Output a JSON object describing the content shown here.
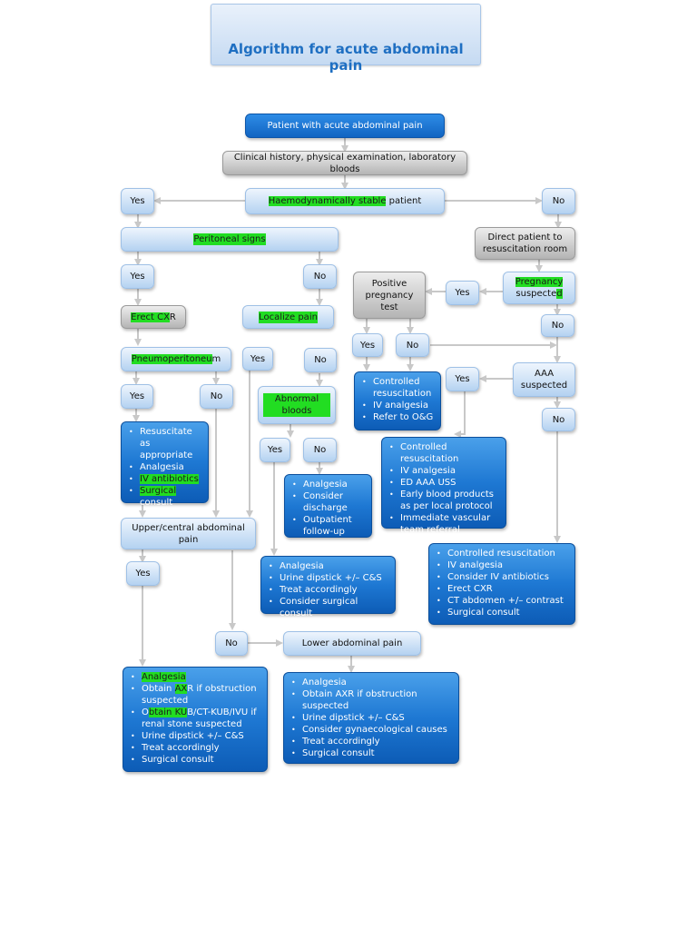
{
  "title": "Algorithm for acute abdominal pain",
  "nodes": {
    "start": "Patient with acute abdominal pain",
    "clinical": "Clinical history, physical examination, laboratory bloods",
    "haemo": "Haemodynamically stable",
    "haemo_suffix": " patient",
    "yes_top": "Yes",
    "no_top": "No",
    "peritoneal": "Peritoneal signs",
    "direct": "Direct patient to resuscitation room",
    "yes_perit": "Yes",
    "no_perit": "No",
    "positive_preg": "Positive pregnancy test",
    "yes_preg_sus": "Yes",
    "preg_sus_hl": "Pregnancy",
    "preg_sus_rest_a": "suspecte",
    "preg_sus_rest_b": "d",
    "erect": "Erect CX",
    "erect_suffix": "R",
    "localize": "Localize pain",
    "no_preg_sus": "No",
    "yes_ppt": "Yes",
    "no_ppt": "No",
    "pneumo": "Pneumoperitoneu",
    "pneumo_suffix": "m",
    "yes_loc": "Yes",
    "no_loc": "No",
    "yes_aaa": "Yes",
    "aaa": "AAA suspected",
    "yes_pneumo": "Yes",
    "no_pneumo": "No",
    "abnormal": "Abnormal bloods",
    "no_aaa": "No",
    "yes_abn": "Yes",
    "no_abn": "No",
    "upper": "Upper/central abdominal pain",
    "yes_upper": "Yes",
    "no_upper": "No",
    "lower": "Lower abdominal pain"
  },
  "lists": {
    "controlled_og": [
      "Controlled resuscitation",
      "IV analgesia",
      "Refer to O&G"
    ],
    "resuscitate": [
      "Resuscitate as appropriate",
      "Analgesia"
    ],
    "resuscitate_hl": [
      "IV antibiotics",
      "Surgical"
    ],
    "resuscitate_tail": "consult",
    "aaa_yes": [
      "Controlled resuscitation",
      "IV analgesia",
      "ED AAA USS",
      "Early blood products as per local protocol",
      "Immediate vascular team referral"
    ],
    "abn_no": [
      "Analgesia",
      "Consider discharge",
      "Outpatient follow-up"
    ],
    "aaa_no": [
      "Controlled resuscitation",
      "IV analgesia",
      "Consider IV antibiotics",
      "Erect CXR",
      "CT abdomen +/– contrast",
      "Surgical consult"
    ],
    "abn_yes": [
      "Analgesia",
      "Urine dipstick +/– C&S",
      "Treat accordingly",
      "Consider surgical consult"
    ],
    "upper_yes": {
      "l1": "Analgesia",
      "l2a": "Obtain ",
      "l2b": "AX",
      "l2c": "R if obstruction suspected",
      "l3a": "O",
      "l3b": "btain KU",
      "l3c": "B/CT-KUB/IVU if renal stone suspected",
      "l4": "Urine dipstick +/– C&S",
      "l5": "Treat accordingly",
      "l6": "Surgical consult"
    },
    "lower": [
      "Analgesia",
      "Obtain AXR if obstruction suspected",
      "Urine dipstick +/– C&S",
      "Consider gynaecological causes",
      "Treat accordingly",
      "Surgical consult"
    ]
  },
  "colors": {
    "highlight": "#22dd22",
    "dark_blue": "#1164c2",
    "light_blue": "#b4d2f1",
    "arrow": "#c8c8c8"
  }
}
